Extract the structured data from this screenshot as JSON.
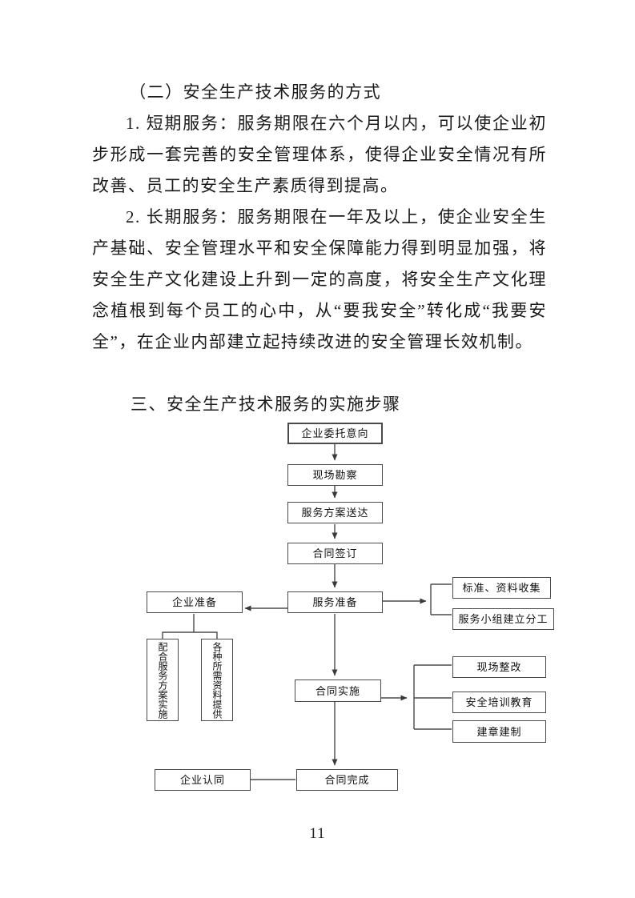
{
  "page": {
    "number": "11"
  },
  "section2": {
    "heading": "（二）安全生产技术服务的方式",
    "para1": "1. 短期服务：服务期限在六个月以内，可以使企业初步形成一套完善的安全管理体系，使得企业安全情况有所改善、员工的安全生产素质得到提高。",
    "para2": "2. 长期服务：服务期限在一年及以上，使企业安全生产基础、安全管理水平和安全保障能力得到明显加强，将安全生产文化建设上升到一定的高度，将安全生产文化理念植根到每个员工的心中，从“要我安全”转化成“我要安全”，在企业内部建立起持续改进的安全管理长效机制。"
  },
  "section3": {
    "heading": "三、安全生产技术服务的实施步骤"
  },
  "flowchart": {
    "line_color": "#4a4a4a",
    "nodes": {
      "entrust": "企业委托意向",
      "survey": "现场勘察",
      "plan_delivery": "服务方案送达",
      "contract_sign": "合同签订",
      "service_prep": "服务准备",
      "enterprise_prep": "企业准备",
      "standards_collection": "标准、资料收集",
      "team_division": "服务小组建立分工",
      "coop_implementation": "配合服务方案实施",
      "materials_provide": "各种所需资料提供",
      "contract_implement": "合同实施",
      "site_rectification": "现场整改",
      "safety_training": "安全培训教育",
      "rules_establish": "建章建制",
      "enterprise_recognition": "企业认同",
      "contract_complete": "合同完成"
    }
  }
}
